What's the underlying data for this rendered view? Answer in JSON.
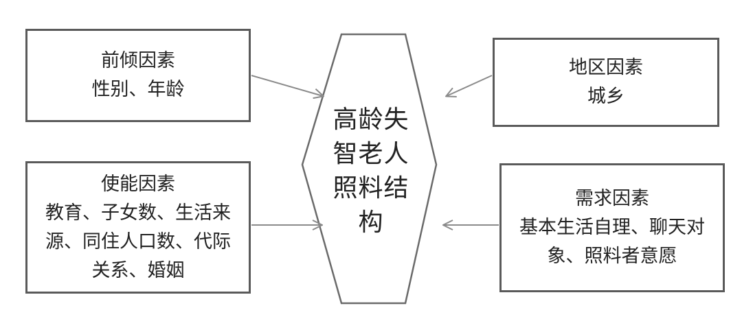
{
  "boxes": {
    "predisposing": {
      "title": "前倾因素",
      "lines": [
        "性别、年龄"
      ]
    },
    "region": {
      "title": "地区因素",
      "lines": [
        "城乡"
      ]
    },
    "enabling": {
      "title": "使能因素",
      "lines": [
        "教育、子女数、生活来",
        "源、同住人口数、代际",
        "关系、婚姻"
      ]
    },
    "need": {
      "title": "需求因素",
      "lines": [
        "基本生活自理、聊天对",
        "象、照料者意愿"
      ]
    }
  },
  "center": {
    "lines": [
      "高龄失",
      "智老人",
      "照料结",
      "构"
    ]
  },
  "colors": {
    "border": "#5a5a5a",
    "arrow": "#8a8a8a",
    "text": "#222222"
  }
}
